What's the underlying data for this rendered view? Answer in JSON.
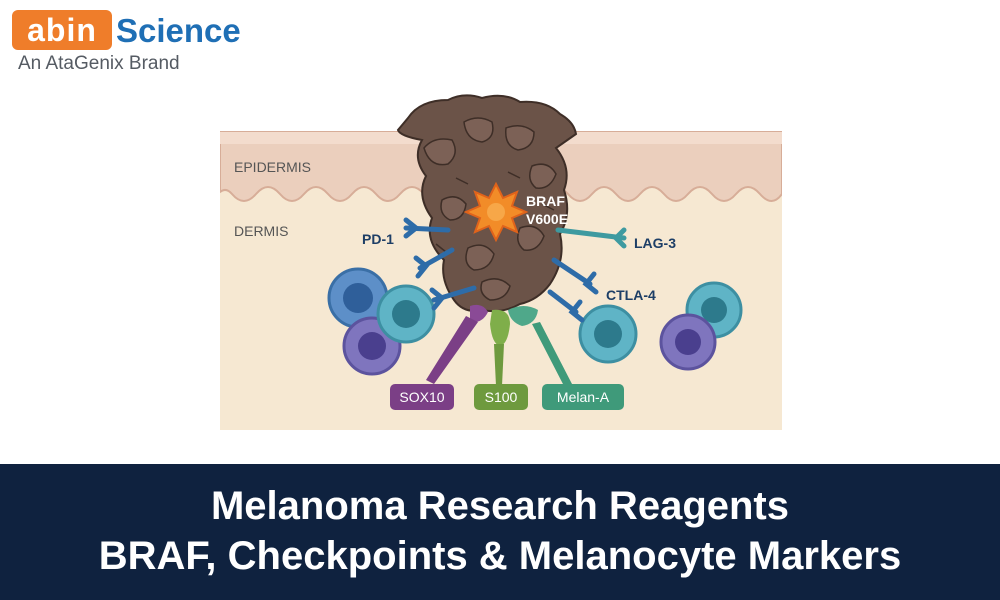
{
  "brand": {
    "logo_part1": "abin",
    "logo_part2": "Science",
    "tagline": "An AtaGenix Brand",
    "colors": {
      "orange": "#ef7d2a",
      "blue": "#1f6fb5"
    }
  },
  "diagram": {
    "layers": {
      "epidermis": "EPIDERMIS",
      "dermis": "DERMIS"
    },
    "mutation": {
      "line1": "BRAF",
      "line2": "V600E"
    },
    "checkpoints": {
      "pd1": "PD-1",
      "lag3": "LAG-3",
      "ctla4": "CTLA-4"
    },
    "markers": [
      {
        "label": "SOX10",
        "color": "#7b3f86"
      },
      {
        "label": "S100",
        "color": "#6e9a3e"
      },
      {
        "label": "Melan-A",
        "color": "#3f9a7a"
      }
    ]
  },
  "banner": {
    "title": "Melanoma Research Reagents",
    "subtitle": "BRAF, Checkpoints & Melanocyte Markers",
    "background": "#0f223f"
  }
}
